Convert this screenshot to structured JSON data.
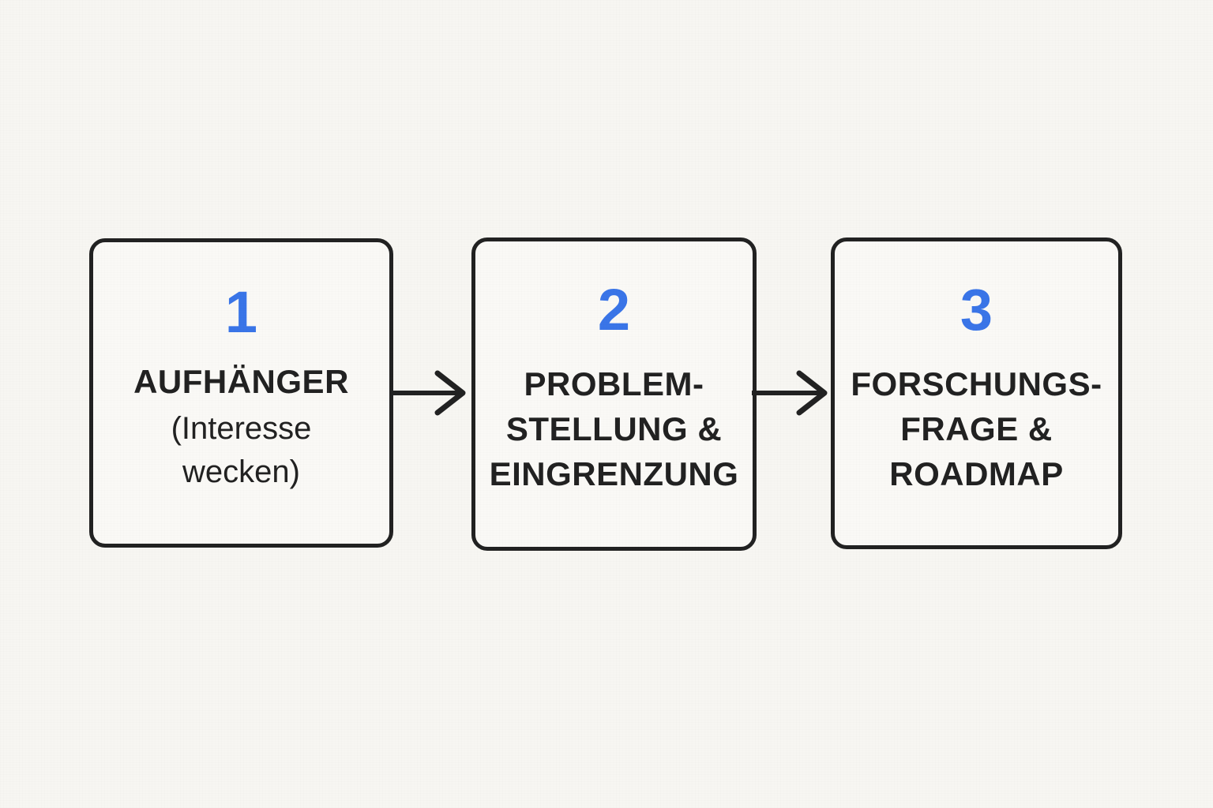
{
  "diagram": {
    "type": "horizontal-process-flow",
    "language": "de",
    "background_color": "#f7f6f2",
    "box_fill_color": "#faf9f6",
    "stroke_color": "#222222",
    "accent_color": "#3a75e8",
    "steps": [
      {
        "number": "1",
        "title_lines": [
          "AUFHÄNGER"
        ],
        "subtitle_lines": [
          "(Interesse",
          "wecken)"
        ]
      },
      {
        "number": "2",
        "title_lines": [
          "PROBLEM-",
          "STELLUNG &",
          "EINGRENZUNG"
        ],
        "subtitle_lines": []
      },
      {
        "number": "3",
        "title_lines": [
          "FORSCHUNGS-",
          "FRAGE &",
          "ROADMAP"
        ],
        "subtitle_lines": []
      }
    ],
    "connectors": [
      {
        "from": "1",
        "to": "2",
        "style": "line-with-chevron-arrowhead"
      },
      {
        "from": "2",
        "to": "3",
        "style": "line-with-chevron-arrowhead"
      }
    ]
  }
}
